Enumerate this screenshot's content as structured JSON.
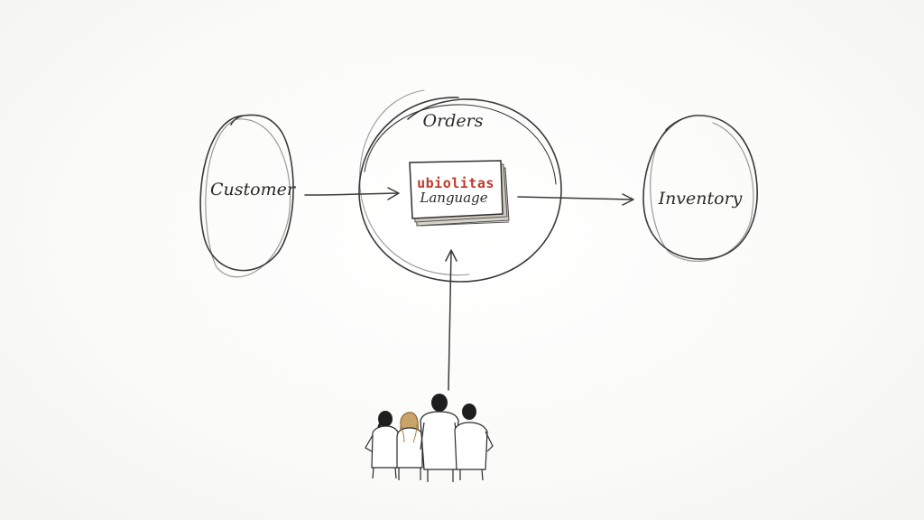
{
  "diagram": {
    "nodes": {
      "customer": {
        "label": "Customer"
      },
      "orders": {
        "label": "Orders"
      },
      "inventory": {
        "label": "Inventory"
      }
    },
    "book": {
      "line1": "ubiolitas",
      "line2": "Language"
    },
    "edges": [
      {
        "from": "customer",
        "to": "orders"
      },
      {
        "from": "orders",
        "to": "inventory"
      },
      {
        "from": "team",
        "to": "orders"
      }
    ],
    "colors": {
      "ink": "#3a3a3a",
      "book_line1": "#c0392b",
      "book_line1_alt": "#d4881a",
      "book_line2": "#a83232"
    }
  }
}
